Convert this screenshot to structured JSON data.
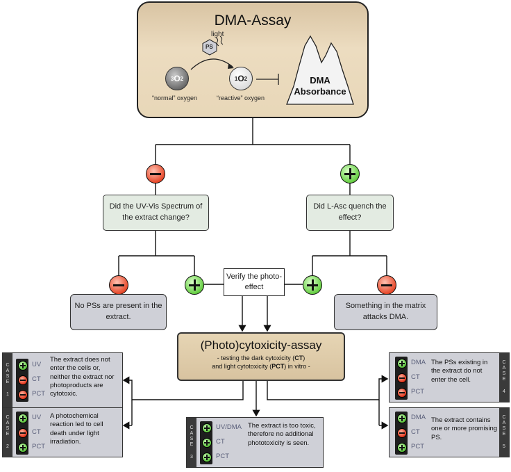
{
  "top": {
    "title": "DMA-Assay",
    "light_label": "light",
    "ps_label": "PS",
    "triplet_sup": "3",
    "triplet_sym": "O",
    "triplet_sub": "2",
    "singlet_sup": "1",
    "singlet_sym": "O",
    "singlet_sub": "2",
    "normal_label": "“normal” oxygen",
    "reactive_label": "“reactive” oxygen",
    "dma_line1": "DMA",
    "dma_line2": "Absorbance"
  },
  "questions": {
    "left": "Did the UV-Vis Spectrum of the extract change?",
    "right": "Did L-Asc quench the effect?"
  },
  "results": {
    "left": "No PSs are present in the extract.",
    "right": "Something in the matrix attacks DMA."
  },
  "verify": "Verify the photo-effect",
  "photo_assay": {
    "title": "(Photo)cytoxicity-assay",
    "sub_line1_prefix": "- testing the dark cytoxicity (",
    "ct": "CT",
    "sub_line1_suffix": ")",
    "sub_line2_prefix": "and light cytotoxicity (",
    "pct": "PCT",
    "sub_line2_suffix": ") in vitro -"
  },
  "cases": [
    {
      "side": "CASE 1",
      "labels": [
        "UV",
        "CT",
        "PCT"
      ],
      "signs": [
        "plus",
        "minus",
        "minus"
      ],
      "text": "The extract does not enter the cells or, neither the extract nor photoproducts are cytotoxic."
    },
    {
      "side": "CASE 2",
      "labels": [
        "UV",
        "CT",
        "PCT"
      ],
      "signs": [
        "plus",
        "minus",
        "plus"
      ],
      "text": "A photochemical reaction led to cell death under light irradiation."
    },
    {
      "side": "CASE 3",
      "labels": [
        "UV/DMA",
        "CT",
        "PCT"
      ],
      "signs": [
        "plus",
        "plus",
        "plus"
      ],
      "text": "The extract is too toxic, therefore no additional phototoxicity is seen."
    },
    {
      "side": "CASE 4",
      "labels": [
        "DMA",
        "CT",
        "PCT"
      ],
      "signs": [
        "plus",
        "minus",
        "minus"
      ],
      "text": "The PSs existing in the extract do not enter the cell."
    },
    {
      "side": "CASE 5",
      "labels": [
        "DMA",
        "CT",
        "PCT"
      ],
      "signs": [
        "plus",
        "minus",
        "plus"
      ],
      "text": "The extract contains one or more promising PS."
    }
  ],
  "colors": {
    "plus": "#5cc63c",
    "minus": "#e2361c",
    "question_bg": "#e3ebe2",
    "result_bg": "#cfd0d7",
    "assay_bg": "#e8d7b8"
  }
}
